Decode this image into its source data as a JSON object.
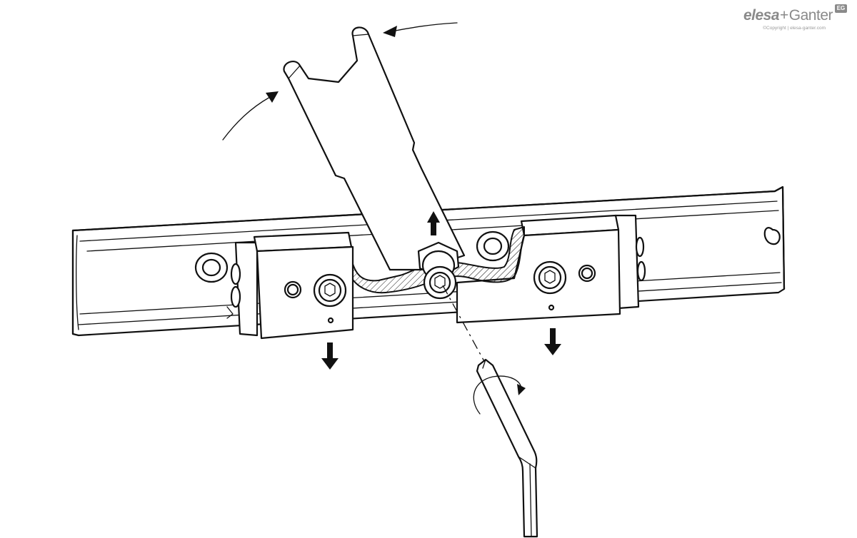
{
  "logo": {
    "brand_primary": "elesa",
    "plus": "+",
    "brand_secondary": "Ganter",
    "badge": "EG",
    "copyright": "©Copyright | elesa-ganter.com",
    "color": "#8a8a8a"
  },
  "illustration": {
    "components": [
      "linear-rail",
      "slider-carriage",
      "clamping-lever",
      "hex-socket-screw",
      "hex-key"
    ],
    "stroke_color": "#111111",
    "hatch_color": "#111111"
  }
}
